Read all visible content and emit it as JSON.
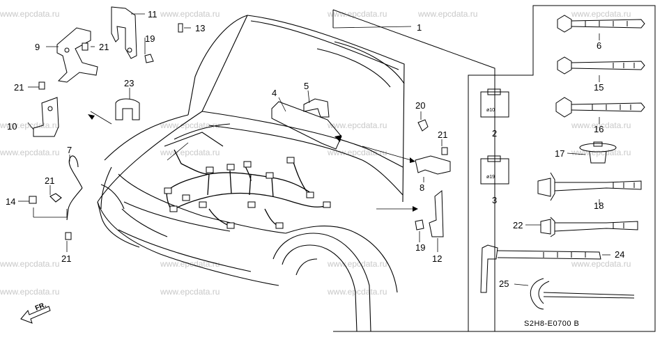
{
  "watermark": "www.epcdata.ru",
  "diagram_code": "S2H8-E0700 B",
  "front_label": "FR.",
  "connector_labels": {
    "c2": "ø10",
    "c3": "ø19"
  },
  "callouts": {
    "n1": "1",
    "n2": "2",
    "n3": "3",
    "n4": "4",
    "n5": "5",
    "n6": "6",
    "n7": "7",
    "n8": "8",
    "n9": "9",
    "n10": "10",
    "n11": "11",
    "n12": "12",
    "n13": "13",
    "n14": "14",
    "n15": "15",
    "n16": "16",
    "n17": "17",
    "n18": "18",
    "n19a": "19",
    "n19b": "19",
    "n20": "20",
    "n21a": "21",
    "n21b": "21",
    "n21c": "21",
    "n21d": "21",
    "n21e": "21",
    "n22": "22",
    "n23": "23",
    "n24": "24",
    "n25": "25"
  }
}
